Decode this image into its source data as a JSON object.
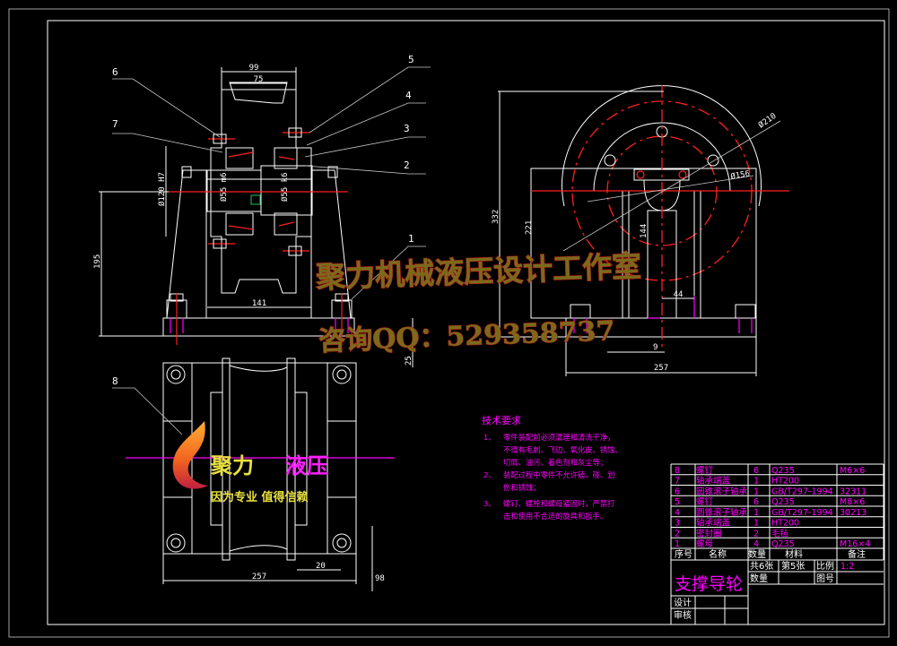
{
  "drawing": {
    "part_labels": [
      "1",
      "2",
      "3",
      "4",
      "5",
      "6",
      "7",
      "8"
    ],
    "front_view": {
      "dims": {
        "wheel_width": "99",
        "rim_width": "75",
        "bore": "Ø120 H7",
        "shaft_left": "Ø55 m6",
        "shaft_right": "Ø55 k6",
        "base_inner": "141",
        "height": "195",
        "base_thickness": "25"
      }
    },
    "side_view": {
      "dims": {
        "total_height": "332",
        "center_height": "221",
        "post_height": "144",
        "post_gap": "44",
        "offset": "9",
        "base_width": "257",
        "outer_dia": "Ø210",
        "bolt_circle": "Ø156"
      }
    },
    "top_view": {
      "dims": {
        "base_width": "257",
        "edge": "20",
        "height": "98"
      }
    }
  },
  "technical_requirements": {
    "title": "技术要求",
    "items": [
      {
        "num": "1、",
        "lines": [
          "零件装配前必须清理和清洗干净，",
          "不得有毛刺、飞边、氧化皮、锈蚀、",
          "切屑、油污、着色剂和灰尘等；"
        ]
      },
      {
        "num": "2、",
        "lines": [
          "装配过程中零件不允许磕、碰、划",
          "伤和锈蚀；"
        ]
      },
      {
        "num": "3、",
        "lines": [
          "螺钉、螺栓和螺母紧固时，严禁打",
          "击和使用不合适的旋具和扳手。"
        ]
      }
    ]
  },
  "bom": {
    "rows": [
      {
        "no": "8",
        "name": "螺钉",
        "qty": "6",
        "material": "Q235",
        "note": "M6×6"
      },
      {
        "no": "7",
        "name": "轴承端盖",
        "qty": "1",
        "material": "HT200",
        "note": ""
      },
      {
        "no": "6",
        "name": "圆锥滚子轴承",
        "qty": "1",
        "material": "GB/T297-1994",
        "note": "32311"
      },
      {
        "no": "5",
        "name": "螺钉",
        "qty": "6",
        "material": "Q235",
        "note": "M8×6"
      },
      {
        "no": "4",
        "name": "圆锥滚子轴承",
        "qty": "1",
        "material": "GB/T297-1994",
        "note": "30213"
      },
      {
        "no": "3",
        "name": "轴承端盖",
        "qty": "1",
        "material": "HT200",
        "note": ""
      },
      {
        "no": "2",
        "name": "密封圈",
        "qty": "2",
        "material": "毛毡",
        "note": ""
      },
      {
        "no": "1",
        "name": "螺母",
        "qty": "4",
        "material": "Q235",
        "note": "M16×4"
      }
    ],
    "headers": {
      "no": "序号",
      "name": "名称",
      "qty": "数量",
      "material": "材料",
      "note": "备注"
    }
  },
  "title_block": {
    "title": "支撑导轮",
    "sheets_total": "共6张",
    "sheet_no": "第5张",
    "scale_label": "比例",
    "scale": "1:2",
    "qty_label": "数量",
    "drawing_no_label": "图号",
    "designer_label": "设计",
    "reviewer_label": "审核"
  },
  "watermark": {
    "studio": "聚力机械液压设计工作室",
    "contact": "咨询QQ：529358737",
    "logo_brand_1": "聚力",
    "logo_brand_2": "液压",
    "logo_slogan": "因为专业 值得信赖"
  },
  "colors": {
    "background": "#000000",
    "line": "#ffffff",
    "center": "#ff2020",
    "text": "#ff00ff",
    "hatch": "#9a9a30"
  }
}
